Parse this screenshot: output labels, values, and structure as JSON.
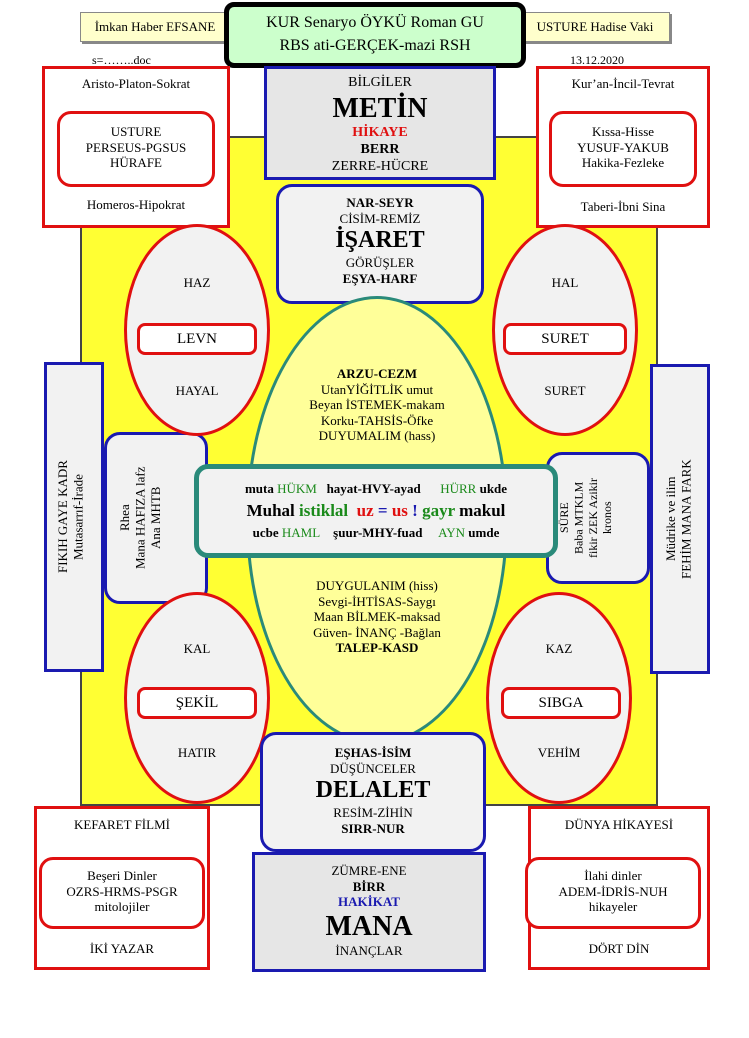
{
  "top": {
    "left_tag": "İmkan Haber EFSANE",
    "right_tag": "USTURE Hadise Vaki",
    "title_line1": "KUR Senaryo ÖYKÜ Roman  GU",
    "title_line2": "RBS ati-GERÇEK-mazi RSH",
    "file_label": "s=……..doc",
    "date": "13.12.2020"
  },
  "corner_tl": {
    "top": "Aristo-Platon-Sokrat",
    "inner": [
      "USTURE",
      "PERSEUS-PGSUS",
      "HÜRAFE"
    ],
    "bottom": "Homeros-Hipokrat"
  },
  "corner_tr": {
    "top": "Kur’an-İncil-Tevrat",
    "inner": [
      "Kıssa-Hisse",
      "YUSUF-YAKUB",
      "Hakika-Fezleke"
    ],
    "bottom": "Taberi-İbni  Sina"
  },
  "corner_bl": {
    "top": "KEFARET FİLMİ",
    "inner": [
      "Beşeri Dinler",
      "OZRS-HRMS-PSGR",
      "mitolojiler"
    ],
    "bottom": "İKİ YAZAR"
  },
  "corner_br": {
    "top": "DÜNYA HİKAYESİ",
    "inner": [
      "İlahi dinler",
      "ADEM-İDRİS-NUH",
      "hikayeler"
    ],
    "bottom": "DÖRT  DİN"
  },
  "metin": {
    "l1": "BİLGİLER",
    "big": "METİN",
    "red": "HİKAYE",
    "l4": "BERR",
    "l5": "ZERRE-HÜCRE"
  },
  "isaret": {
    "l1": "NAR-SEYR",
    "l2": "CİSİM-REMİZ",
    "big": "İŞARET",
    "l4": "GÖRÜŞLER",
    "l5": "EŞYA-HARF"
  },
  "delalet": {
    "l1": "EŞHAS-İSİM",
    "l2": "DÜŞÜNCELER",
    "big": "DELALET",
    "l4": "RESİM-ZİHİN",
    "l5": "SIRR-NUR"
  },
  "mana": {
    "l1": "ZÜMRE-ENE",
    "l2": "BİRR",
    "blue": "HAKİKAT",
    "big": "MANA",
    "l5": "İNANÇLAR"
  },
  "ell_tl": {
    "top": "HAZ",
    "mid": "LEVN",
    "bottom": "HAYAL"
  },
  "ell_tr": {
    "top": "HAL",
    "mid": "SURET",
    "bottom": "SURET"
  },
  "ell_bl": {
    "top": "KAL",
    "mid": "ŞEKİL",
    "bottom": "HATIR"
  },
  "ell_br": {
    "top": "KAZ",
    "mid": "SIBGA",
    "bottom": "VEHİM"
  },
  "oval_top": [
    "ARZU-CEZM",
    "UtanYİĞİTLİK umut",
    "Beyan İSTEMEK-makam",
    "Korku-TAHSİS-Öfke",
    "DUYUMALIM (hass)"
  ],
  "oval_bottom": [
    "DUYGULANIM (hiss)",
    "Sevgi-İHTİSAS-Saygı",
    "Maan BİLMEK-maksad",
    "Güven- İNANÇ -Bağlan",
    "TALEP-KASD"
  ],
  "center": {
    "r1": [
      "muta",
      "HÜKM",
      "hayat-HVY-ayad",
      "HÜRR",
      "ukde"
    ],
    "r2": [
      "Muhal",
      "istiklal",
      "uz",
      "=",
      "us",
      "!",
      "gayr",
      "makul"
    ],
    "r3": [
      "ucbe",
      "HAML",
      "şuur-MHY-fuad",
      "AYN",
      "umde"
    ]
  },
  "side_left": {
    "l1": "FIKIH  GAYE  KADR",
    "l2": "Mutasarrıf-İrade"
  },
  "side_right": {
    "l1": "Müdrike ve ilim",
    "l2": "FEHİM MANA  FARK"
  },
  "inner_left": {
    "l1": "Rhea",
    "l2": "Mana HAFIZA lafz",
    "l3": "Ana MHTB"
  },
  "inner_right": {
    "l1": "SÜRE",
    "l2": "Baba MTKLM",
    "l3": "fikir ZEK Azikir",
    "l4": "kronos"
  }
}
